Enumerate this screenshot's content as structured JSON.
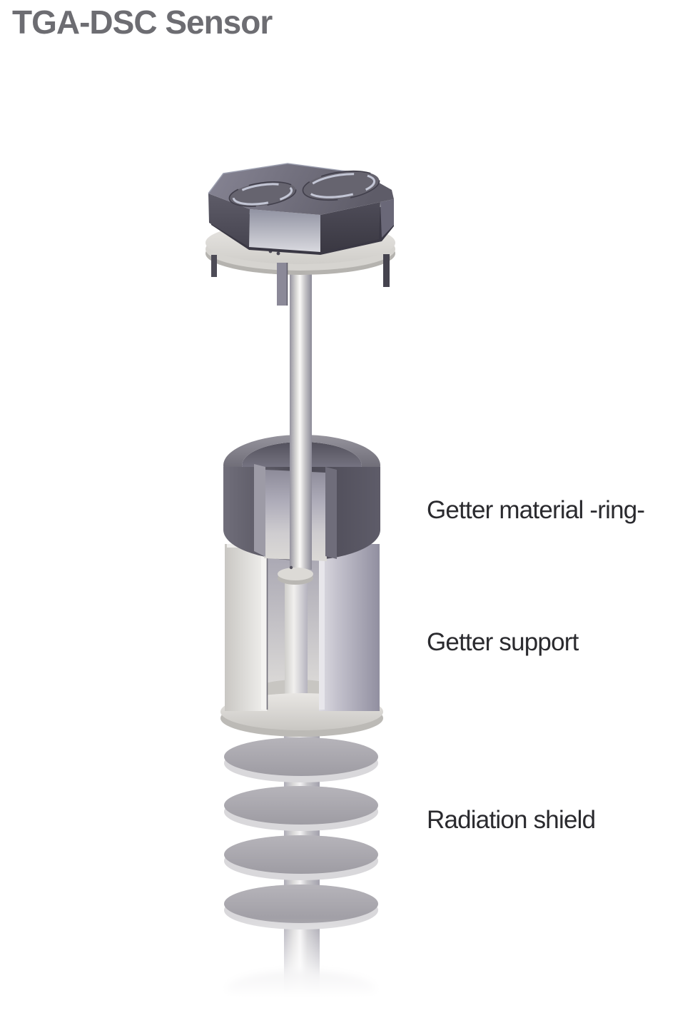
{
  "header": {
    "title": "TGA-DSC Sensor"
  },
  "figure": {
    "labels": [
      {
        "text": "Getter material -ring-"
      },
      {
        "text": "Getter support"
      },
      {
        "text": "Radiation shield"
      }
    ],
    "colors": {
      "background": "#ffffff",
      "title_text": "#6d6d72",
      "label_text": "#2a2a2e",
      "dark_metal": "#4b4955",
      "lavender_metal": "#8f8d9c",
      "light_metal": "#d6d4d0"
    }
  }
}
